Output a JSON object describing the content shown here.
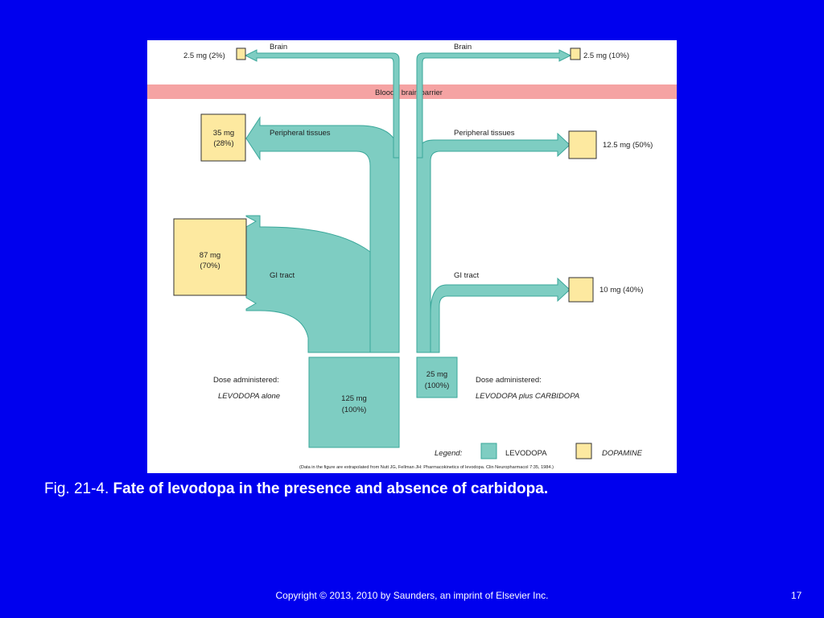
{
  "slide": {
    "figure_label": "Fig. 21-4.",
    "figure_title": "Fate of levodopa in the presence and absence of carbidopa.",
    "copyright": "Copyright © 2013, 2010 by Saunders, an imprint of Elsevier Inc.",
    "page_number": "17"
  },
  "colors": {
    "background": "#0000ee",
    "levodopa": "#7ecdc2",
    "levodopa_outline": "#3aa79a",
    "dopamine": "#fde9a0",
    "barrier": "#f5a3a3"
  },
  "diagram": {
    "barrier_label": "Blood - brain barrier",
    "left": {
      "dose_label": "Dose administered:",
      "dose_drug": "LEVODOPA alone",
      "dose_amount": "125 mg",
      "dose_percent": "(100%)",
      "brain_label": "Brain",
      "brain_value": "2.5 mg (2%)",
      "peripheral_label": "Peripheral tissues",
      "peripheral_mg": "35 mg",
      "peripheral_percent": "(28%)",
      "gi_label": "GI tract",
      "gi_mg": "87 mg",
      "gi_percent": "(70%)"
    },
    "right": {
      "dose_label": "Dose administered:",
      "dose_drug": "LEVODOPA plus CARBIDOPA",
      "dose_amount": "25 mg",
      "dose_percent": "(100%)",
      "brain_label": "Brain",
      "brain_value": "2.5 mg (10%)",
      "peripheral_label": "Peripheral tissues",
      "peripheral_value": "12.5 mg (50%)",
      "gi_label": "GI tract",
      "gi_value": "10 mg (40%)"
    },
    "legend": {
      "title": "Legend:",
      "levodopa": "LEVODOPA",
      "dopamine": "DOPAMINE"
    },
    "source_note": "(Data in the figure are extrapolated from Nutt JG, Fellman JH: Pharmacokinetics of levodopa. Clin Neuropharmacol 7:35, 1984.)"
  }
}
